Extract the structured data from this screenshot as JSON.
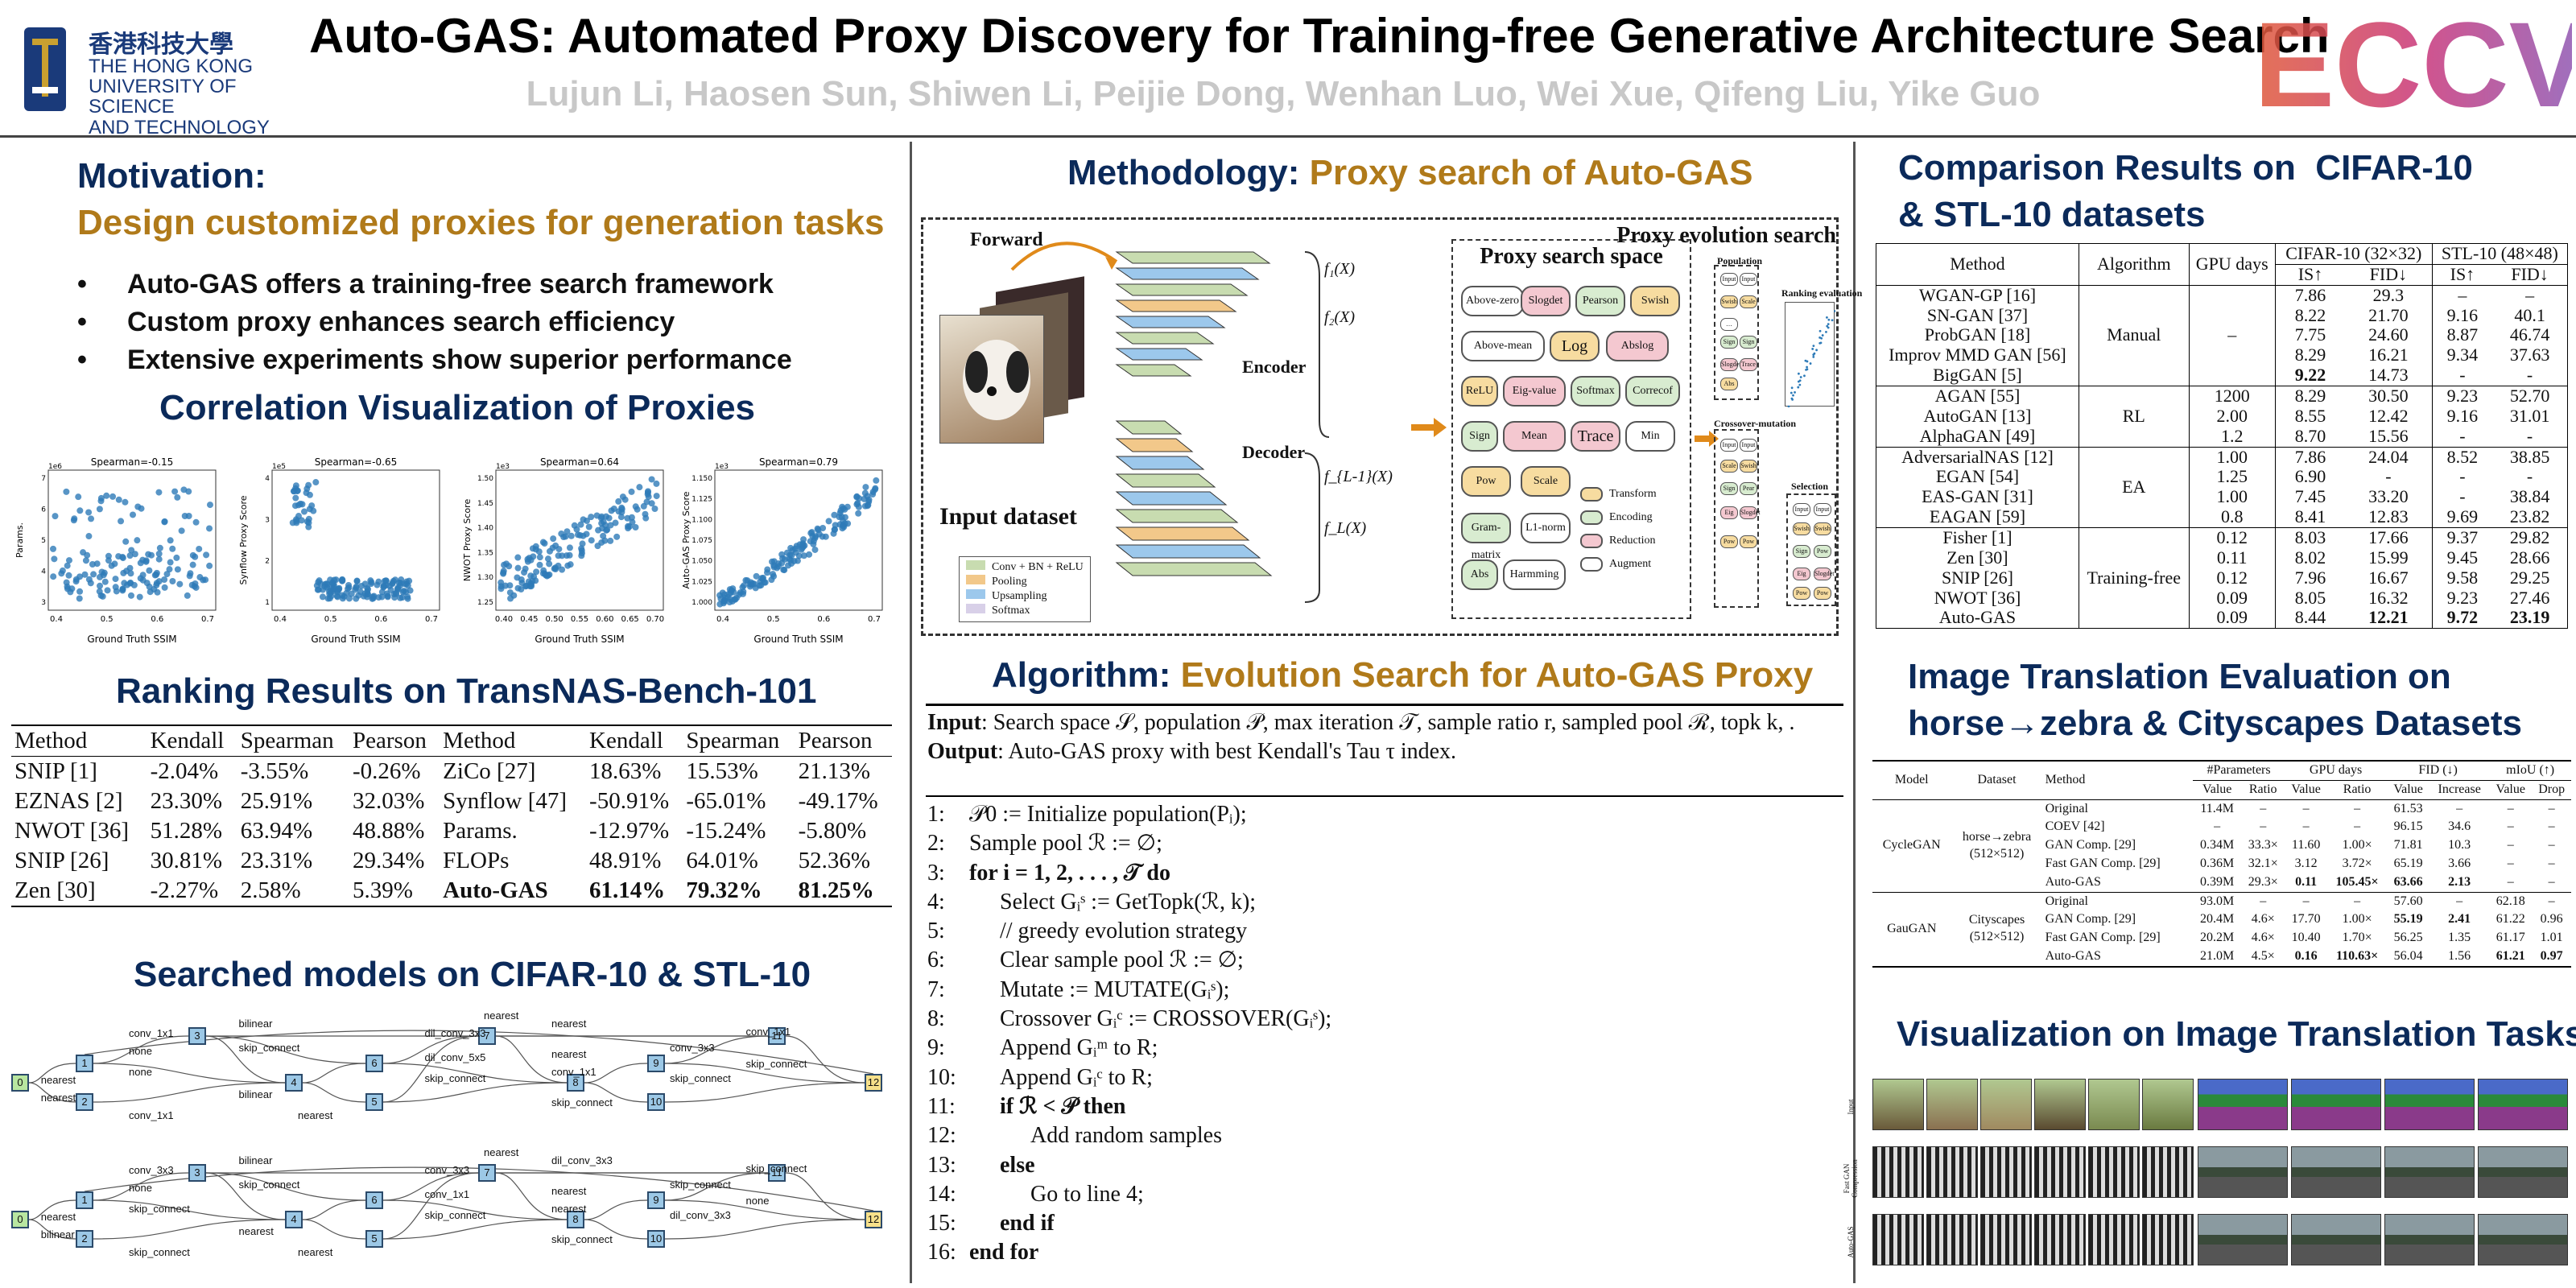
{
  "header": {
    "univ_line1": "香港科技大學",
    "univ_line2": "THE HONG KONG",
    "univ_line3": "UNIVERSITY OF SCIENCE",
    "univ_line4": "AND TECHNOLOGY",
    "title": "Auto-GAS: Automated Proxy Discovery for Training-free Generative Architecture Search",
    "authors": "Lujun Li, Haosen Sun, Shiwen Li, Peijie Dong, Wenhan Luo, Wei Xue, Qifeng Liu, Yike Guo",
    "conf_logo": "ECCV"
  },
  "colors": {
    "navy": "#0b2a5a",
    "gold": "#b07a1a",
    "scatter": "#2e7bb8",
    "node": "#9cc8e6"
  },
  "motivation": {
    "title": "Motivation:",
    "subtitle": "Design customized proxies for generation tasks",
    "bullets": [
      "Auto-GAS offers a training-free search framework",
      "Custom proxy enhances search efficiency",
      "Extensive experiments show superior performance"
    ]
  },
  "correlation": {
    "title": "Correlation Visualization of Proxies",
    "plots": [
      {
        "title": "Spearman=-0.15",
        "ylabel": "Params.",
        "xlabel": "Ground Truth SSIM",
        "xticks": [
          "0.4",
          "0.5",
          "0.6",
          "0.7"
        ],
        "yticks": [
          "3",
          "4",
          "5",
          "6",
          "7"
        ],
        "exp": "1e6"
      },
      {
        "title": "Spearman=-0.65",
        "ylabel": "Synflow Proxy Score",
        "xlabel": "Ground Truth SSIM",
        "xticks": [
          "0.4",
          "0.5",
          "0.6",
          "0.7"
        ],
        "yticks": [
          "1",
          "2",
          "3",
          "4"
        ],
        "exp": "1e5"
      },
      {
        "title": "Spearman=0.64",
        "ylabel": "NWOT Proxy Score",
        "xlabel": "Ground Truth SSIM",
        "xticks": [
          "0.40",
          "0.45",
          "0.50",
          "0.55",
          "0.60",
          "0.65",
          "0.70"
        ],
        "yticks": [
          "1.25",
          "1.30",
          "1.35",
          "1.40",
          "1.45",
          "1.50"
        ],
        "exp": "1e3"
      },
      {
        "title": "Spearman=0.79",
        "ylabel": "Auto-GAS Proxy Score",
        "xlabel": "Ground Truth SSIM",
        "xticks": [
          "0.4",
          "0.5",
          "0.6",
          "0.7"
        ],
        "yticks": [
          "1.000",
          "1.025",
          "1.050",
          "1.075",
          "1.100",
          "1.125",
          "1.150"
        ],
        "exp": "1e3"
      }
    ]
  },
  "ranking": {
    "title": "Ranking Results on TransNAS-Bench-101",
    "headers": [
      "Method",
      "Kendall",
      "Spearman",
      "Pearson",
      "Method",
      "Kendall",
      "Spearman",
      "Pearson"
    ],
    "rows": [
      [
        "SNIP [1]",
        "-2.04%",
        "-3.55%",
        "-0.26%",
        "ZiCo [27]",
        "18.63%",
        "15.53%",
        "21.13%"
      ],
      [
        "EZNAS [2]",
        "23.30%",
        "25.91%",
        "32.03%",
        "Synflow [47]",
        "-50.91%",
        "-65.01%",
        "-49.17%"
      ],
      [
        "NWOT [36]",
        "51.28%",
        "63.94%",
        "48.88%",
        "Params.",
        "-12.97%",
        "-15.24%",
        "-5.80%"
      ],
      [
        "SNIP [26]",
        "30.81%",
        "23.31%",
        "29.34%",
        "FLOPs",
        "48.91%",
        "64.01%",
        "52.36%"
      ],
      [
        "Zen [30]",
        "-2.27%",
        "2.58%",
        "5.39%",
        "Auto-GAS",
        "61.14%",
        "79.32%",
        "81.25%"
      ]
    ]
  },
  "searched": {
    "title": "Searched models on CIFAR-10 & STL-10",
    "graph1": {
      "nodes": [
        "0",
        "1",
        "2",
        "3",
        "4",
        "5",
        "6",
        "7",
        "8",
        "9",
        "10",
        "11",
        "12"
      ],
      "labels": [
        "nearest",
        "nearest",
        "conv_1x1",
        "none",
        "none",
        "conv_1x1",
        "skip_connect",
        "bilinear",
        "bilinear",
        "nearest",
        "dil_conv_3x3",
        "dil_conv_5x5",
        "skip_connect",
        "nearest",
        "nearest",
        "conv_1x1",
        "skip_connect",
        "conv_3x3",
        "skip_connect",
        "conv_1x1",
        "skip_connect",
        "nearest"
      ]
    },
    "graph2": {
      "nodes": [
        "0",
        "1",
        "2",
        "3",
        "4",
        "5",
        "6",
        "7",
        "8",
        "9",
        "10",
        "11",
        "12"
      ],
      "labels": [
        "nearest",
        "bilinear",
        "conv_3x3",
        "none",
        "skip_connect",
        "skip_connect",
        "skip_connect",
        "bilinear",
        "nearest",
        "nearest",
        "conv_3x3",
        "conv_1x1",
        "skip_connect",
        "dil_conv_3x3",
        "nearest",
        "nearest",
        "skip_connect",
        "skip_connect",
        "dil_conv_3x3",
        "skip_connect",
        "none",
        "nearest"
      ]
    }
  },
  "methodology": {
    "title_a": "Methodology: ",
    "title_b": "Proxy search of Auto-GAS",
    "forward": "Forward",
    "input_dataset": "Input dataset",
    "encoder": "Encoder",
    "decoder": "Decoder",
    "f_labels": [
      "f₁(X)",
      "f₂(X)",
      "f_{L-1}(X)",
      "f_L(X)"
    ],
    "legend": [
      "Conv + BN + ReLU",
      "Pooling",
      "Upsampling",
      "Softmax"
    ],
    "space_title": "Proxy search space",
    "chips": [
      "Above-zero",
      "Slogdet",
      "Pearson",
      "Swish",
      "Above-mean",
      "Log",
      "Abslog",
      "ReLU",
      "Eig-value",
      "Softmax",
      "Correcof",
      "Sign",
      "Mean",
      "Trace",
      "Min",
      "Pow",
      "Scale",
      "Gram-matrix",
      "L1-norm",
      "Abs",
      "Harmming"
    ],
    "types": [
      "Transform",
      "Encoding",
      "Reduction",
      "Augment"
    ],
    "evo_title": "Proxy evolution search",
    "population": "Population",
    "ranking_eval": "Ranking evaluation",
    "crossover": "Crossover-mutation",
    "selection": "Selection",
    "cells": [
      "Input",
      "Swish",
      "Sign",
      "Slogdet",
      "Abs",
      "Scale",
      "Trace",
      "Pear",
      "Eig",
      "Pow"
    ]
  },
  "algorithm": {
    "title_a": "Algorithm: ",
    "title_b": "Evolution Search for Auto-GAS Proxy",
    "input_label": "Input",
    "input_text": ": Search space 𝒮, population 𝒫, max iteration 𝒯, sample ratio r, sampled pool ℛ, topk k, .",
    "output_label": "Output",
    "output_text": ": Auto-GAS proxy with best Kendall's Tau τ index.",
    "lines": [
      "𝒫0 := Initialize population(Pᵢ);",
      "Sample pool ℛ := ∅;",
      "for i = 1, 2, . . . , 𝒯 do",
      "Select Gᵢˢ := GetTopk(ℛ, k);",
      "// greedy evolution strategy",
      "Clear sample pool ℛ := ∅;",
      "Mutate := MUTATE(Gᵢˢ);",
      "Crossover Gᵢᶜ := CROSSOVER(Gᵢˢ);",
      "Append Gᵢᵐ to R;",
      "Append Gᵢᶜ to R;",
      "if ℛ < 𝒫 then",
      "Add random samples",
      "else",
      "Go to line 4;",
      "end if",
      "end for"
    ],
    "nums": [
      "1:",
      "2:",
      "3:",
      "4:",
      "5:",
      "6:",
      "7:",
      "8:",
      "9:",
      "10:",
      "11:",
      "12:",
      "13:",
      "14:",
      "15:",
      "16:"
    ]
  },
  "comparison": {
    "title_l1": "Comparison Results on  CIFAR-10",
    "title_l2": "& STL-10 datasets",
    "head1": [
      "Method",
      "Algorithm",
      "GPU days",
      "CIFAR-10 (32×32)",
      "STL-10 (48×48)"
    ],
    "head2": [
      "IS↑",
      "FID↓",
      "IS↑",
      "FID↓"
    ],
    "groups": [
      {
        "alg": "Manual",
        "gpu": "–",
        "rows": [
          [
            "WGAN-GP [16]",
            "7.86",
            "29.3",
            "–",
            "–"
          ],
          [
            "SN-GAN [37]",
            "8.22",
            "21.70",
            "9.16",
            "40.1"
          ],
          [
            "ProbGAN [18]",
            "7.75",
            "24.60",
            "8.87",
            "46.74"
          ],
          [
            "Improv MMD GAN [56]",
            "8.29",
            "16.21",
            "9.34",
            "37.63"
          ],
          [
            "BigGAN [5]",
            "9.22",
            "14.73",
            "-",
            "-"
          ]
        ]
      },
      {
        "alg": "RL",
        "rows": [
          [
            "AGAN [55]",
            "1200",
            "8.29",
            "30.50",
            "9.23",
            "52.70"
          ],
          [
            "AutoGAN [13]",
            "2.00",
            "8.55",
            "12.42",
            "9.16",
            "31.01"
          ],
          [
            "AlphaGAN [49]",
            "1.2",
            "8.70",
            "15.56",
            "-",
            "-"
          ]
        ]
      },
      {
        "alg": "EA",
        "rows": [
          [
            "AdversarialNAS [12]",
            "1.00",
            "7.86",
            "24.04",
            "8.52",
            "38.85"
          ],
          [
            "EGAN [54]",
            "1.25",
            "6.90",
            "-",
            "-",
            "-"
          ],
          [
            "EAS-GAN [31]",
            "1.00",
            "7.45",
            "33.20",
            "-",
            "38.84"
          ],
          [
            "EAGAN [59]",
            "0.8",
            "8.41",
            "12.83",
            "9.69",
            "23.82"
          ]
        ]
      },
      {
        "alg": "Training-free",
        "rows": [
          [
            "Fisher [1]",
            "0.12",
            "8.03",
            "17.66",
            "9.37",
            "29.82"
          ],
          [
            "Zen [30]",
            "0.11",
            "8.02",
            "15.99",
            "9.45",
            "28.66"
          ],
          [
            "SNIP [26]",
            "0.12",
            "7.96",
            "16.67",
            "9.58",
            "29.25"
          ],
          [
            "NWOT [36]",
            "0.09",
            "8.05",
            "16.32",
            "9.23",
            "27.46"
          ],
          [
            "Auto-GAS",
            "0.09",
            "8.44",
            "12.21",
            "9.72",
            "23.19"
          ]
        ]
      }
    ]
  },
  "translation": {
    "title_l1": "Image Translation Evaluation on",
    "title_l2": "horse→zebra & Cityscapes Datasets",
    "head1": [
      "Model",
      "Dataset",
      "Method",
      "#Parameters",
      "GPU days",
      "FID (↓)",
      "mIoU (↑)"
    ],
    "head2": [
      "Value",
      "Ratio",
      "Value",
      "Ratio",
      "Value",
      "Increase",
      "Value",
      "Drop"
    ],
    "cycle": {
      "model": "CycleGAN",
      "dataset": "horse→zebra",
      "res": "(512×512)",
      "rows": [
        [
          "Original",
          "11.4M",
          "–",
          "–",
          "–",
          "61.53",
          "–",
          "–",
          "–"
        ],
        [
          "COEV [42]",
          "–",
          "–",
          "–",
          "–",
          "96.15",
          "34.6",
          "–",
          "–"
        ],
        [
          "GAN Comp. [29]",
          "0.34M",
          "33.3×",
          "11.60",
          "1.00×",
          "71.81",
          "10.3",
          "–",
          "–"
        ],
        [
          "Fast GAN Comp. [29]",
          "0.36M",
          "32.1×",
          "3.12",
          "3.72×",
          "65.19",
          "3.66",
          "–",
          "–"
        ],
        [
          "Auto-GAS",
          "0.39M",
          "29.3×",
          "0.11",
          "105.45×",
          "63.66",
          "2.13",
          "–",
          "–"
        ]
      ]
    },
    "gau": {
      "model": "GauGAN",
      "dataset": "Cityscapes",
      "res": "(512×512)",
      "rows": [
        [
          "Original",
          "93.0M",
          "–",
          "–",
          "–",
          "57.60",
          "–",
          "62.18",
          "–"
        ],
        [
          "GAN Comp. [29]",
          "20.4M",
          "4.6×",
          "17.70",
          "1.00×",
          "55.19",
          "2.41",
          "61.22",
          "0.96"
        ],
        [
          "Fast GAN Comp. [29]",
          "20.2M",
          "4.6×",
          "10.40",
          "1.70×",
          "56.25",
          "1.35",
          "61.17",
          "1.01"
        ],
        [
          "Auto-GAS",
          "21.0M",
          "4.5×",
          "0.16",
          "110.63×",
          "56.04",
          "1.56",
          "61.21",
          "0.97"
        ]
      ]
    }
  },
  "visualization": {
    "title": "Visualization on Image Translation Tasks",
    "row_labels": [
      "Input",
      "Fast GAN Compression",
      "Auto-GAS"
    ]
  }
}
